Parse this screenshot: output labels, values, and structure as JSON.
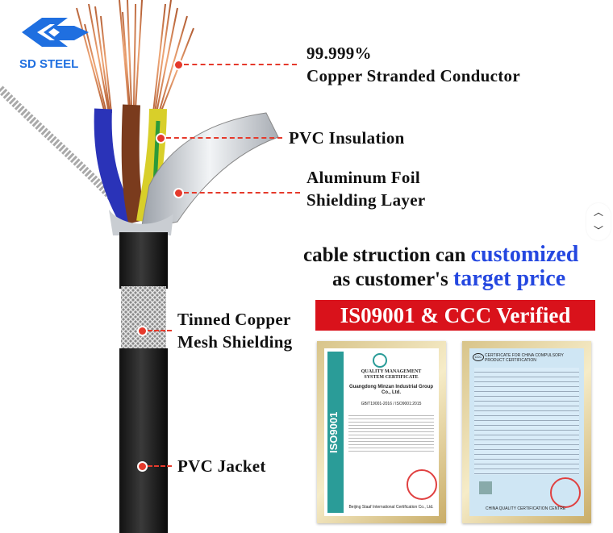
{
  "brand": {
    "logo_text": "SD STEEL",
    "logo_color": "#1f6fe0"
  },
  "labels": {
    "conductor_line1": "99.999%",
    "conductor_line2": "Copper Stranded Conductor",
    "insulation": "PVC Insulation",
    "foil_line1": "Aluminum Foil",
    "foil_line2": "Shielding Layer",
    "mesh_line1": "Tinned Copper",
    "mesh_line2": "Mesh Shielding",
    "jacket": "PVC Jacket"
  },
  "promo": {
    "line1_prefix": "cable struction can ",
    "line1_highlight": "customized",
    "line2_prefix": "as customer's ",
    "line2_highlight": "target price",
    "highlight_color": "#2447e0"
  },
  "banner": {
    "text": "IS09001 & CCC Verified",
    "color": "#d9121b"
  },
  "certificates": [
    {
      "side_text": "ISO9001",
      "title_line1": "QUALITY MANAGEMENT",
      "title_line2": "SYSTEM CERTIFICATE",
      "company": "Guangdong Minzan Industrial Group Co., Ltd.",
      "standard": "GB/T19001-2016 / ISO9001:2015",
      "issuer": "Beijing Staaf International Certification Co., Ltd."
    },
    {
      "title": "CERTIFICATE FOR CHINA COMPULSORY PRODUCT CERTIFICATION",
      "logo": "CCC",
      "issuer": "CHINA QUALITY CERTIFICATION CENTRE"
    }
  ],
  "scroll": {
    "up_icon": "chevron-up-icon",
    "down_icon": "chevron-down-icon"
  },
  "colors": {
    "callout": "#e53a2c"
  }
}
